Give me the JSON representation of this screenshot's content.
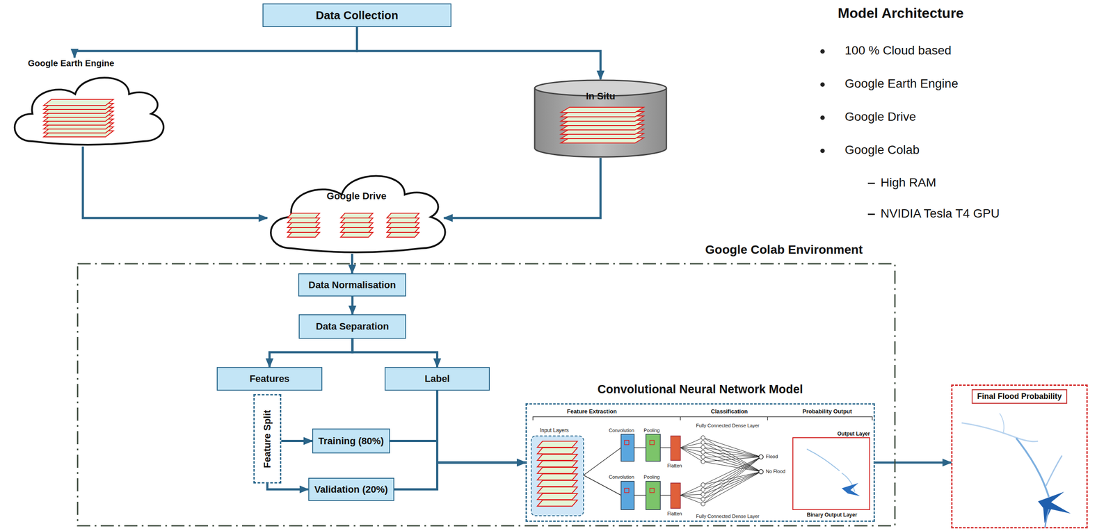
{
  "diagram": {
    "nodes": [
      {
        "text": [
          "Data Collection"
        ]
      },
      {
        "text": [
          "Google Earth Engine"
        ]
      },
      {
        "text": [
          "In Situ"
        ]
      },
      {
        "text": [
          "Google Drive"
        ]
      },
      {
        "text": [
          "Google Colab Environment"
        ]
      },
      {
        "text": [
          "Data Normalisation"
        ],
        "in": 4
      },
      {
        "text": [
          "Data Separation"
        ],
        "in": 4
      },
      {
        "text": [
          "Features"
        ],
        "in": 4
      },
      {
        "text": [
          "Label"
        ],
        "in": 4
      },
      {
        "text": [
          "Feature Split"
        ],
        "in": 4
      },
      {
        "text": [
          "Training (80%)"
        ],
        "in": 4
      },
      {
        "text": [
          "Validation (20%)"
        ],
        "in": 4
      },
      {
        "text": [
          "Convolutional Neural Network Model"
        ],
        "in": 4
      },
      {
        "text": [
          "Final Flood Probability"
        ]
      }
    ],
    "edges": [
      {
        "from": 0,
        "to": 1,
        "arrow": "to"
      },
      {
        "from": 0,
        "to": 2,
        "arrow": "to"
      },
      {
        "from": 1,
        "to": 3,
        "arrow": "to"
      },
      {
        "from": 2,
        "to": 3,
        "arrow": "to"
      },
      {
        "from": 3,
        "to": 5,
        "arrow": "to"
      },
      {
        "from": 5,
        "to": 6,
        "arrow": "to"
      },
      {
        "from": 6,
        "to": 7,
        "arrow": "to"
      },
      {
        "from": 6,
        "to": 8,
        "arrow": "to"
      },
      {
        "from": 9,
        "to": 10,
        "arrow": "to"
      },
      {
        "from": 9,
        "to": 11,
        "arrow": "to"
      },
      {
        "from": 10,
        "to": 12,
        "arrow": "to"
      },
      {
        "from": 11,
        "to": 12,
        "arrow": "to"
      },
      {
        "from": 8,
        "to": 12,
        "arrow": "to"
      },
      {
        "from": 12,
        "to": 13,
        "arrow": "to"
      }
    ],
    "labels": [
      "Model Architecture",
      "100 % Cloud based",
      "Google Earth Engine",
      "Google Drive",
      "Google Colab",
      "High RAM",
      "NVIDIA Tesla T4 GPU",
      "Feature Extraction",
      "Classification",
      "Probability Output",
      "Input Layers",
      "Convolution",
      "Pooling",
      "Convolution",
      "Pooling",
      "Flatten",
      "Flatten",
      "Fully Connected Dense Layer",
      "Fully Connected Dense Layer",
      "Flood",
      "No Flood",
      "Output Layer",
      "Binary Output Layer"
    ]
  }
}
